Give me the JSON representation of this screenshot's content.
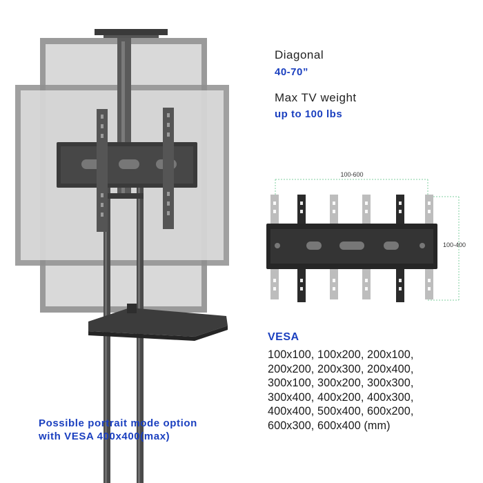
{
  "colors": {
    "accent": "#1a3fbf",
    "bracket_black": "#2b2b2b",
    "bracket_grey": "#bdbdbd",
    "dimension_line": "#7fcf9f"
  },
  "specs": {
    "diagonal_label": "Diagonal",
    "diagonal_value": "40-70”",
    "weight_label": "Max TV weight",
    "weight_value": "up to 100 lbs"
  },
  "bracket": {
    "width_label": "100-600",
    "height_label": "100-400"
  },
  "vesa": {
    "title": "VESA",
    "lines": [
      "100x100, 100x200, 200x100,",
      "200x200, 200x300, 200x400,",
      "300x100, 300x200, 300x300,",
      "300x400, 400x200, 400x300,",
      "400x400, 500x400, 600x200,",
      "600x300, 600x400  (mm)"
    ]
  },
  "portrait_note": {
    "line1": "Possible portrait mode option",
    "line2": "with VESA 400x400(max)"
  }
}
